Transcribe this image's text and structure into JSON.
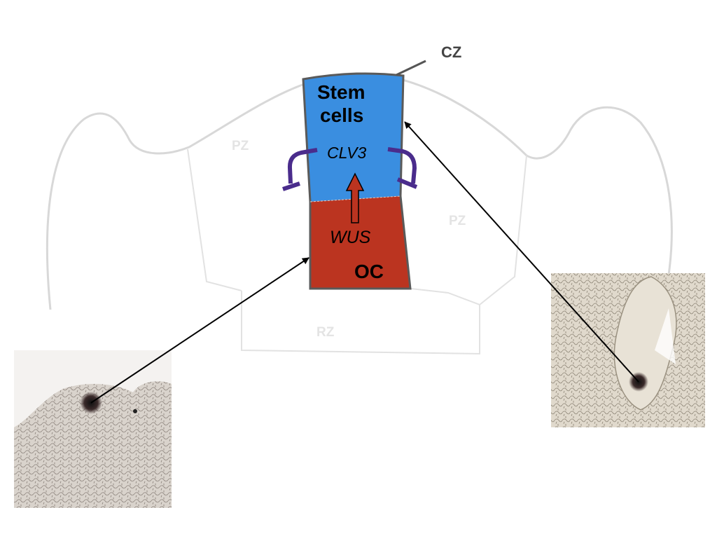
{
  "labels": {
    "cz": "CZ",
    "pz_left": "PZ",
    "pz_right": "PZ",
    "rz": "RZ",
    "stem_line1": "Stem",
    "stem_line2": "cells",
    "clv3": "CLV3",
    "wus": "WUS",
    "oc": "OC"
  },
  "colors": {
    "stem_cells": "#3a8ee0",
    "oc": "#bb3420",
    "feedback": "#4a2c8c",
    "outline": "#d8d8d8"
  }
}
